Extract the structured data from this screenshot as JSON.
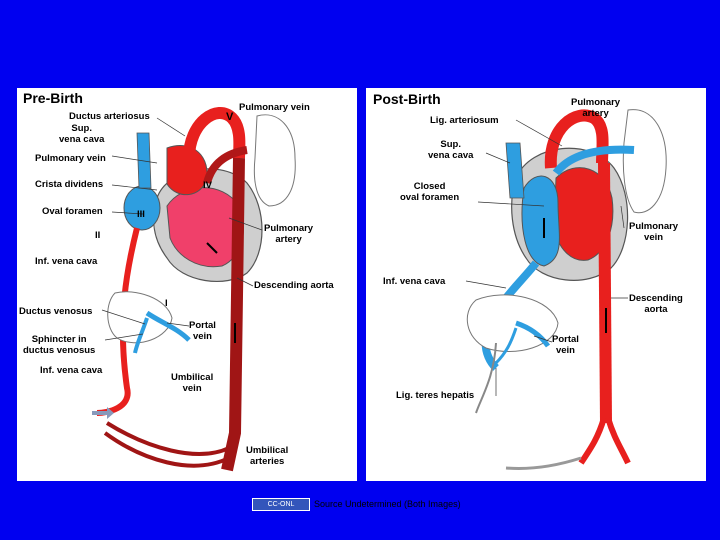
{
  "pre_birth": {
    "title": "Pre-Birth",
    "labels": {
      "pulmonary_vein_top": "Pulmonary vein",
      "ductus_arteriosus": "Ductus arteriosus",
      "sup_vena_cava": "Sup.\nvena cava",
      "roman_v": "V",
      "pulmonary_vein_left": "Pulmonary vein",
      "crista_dividens": "Crista dividens",
      "roman_iv": "IV",
      "oval_foramen": "Oval foramen",
      "roman_iii": "III",
      "roman_ii": "II",
      "pulmonary_artery": "Pulmonary\nartery",
      "inf_vena_cava_upper": "Inf. vena cava",
      "descending_aorta": "Descending aorta",
      "roman_i": "I",
      "ductus_venosus": "Ductus venosus",
      "portal_vein": "Portal\nvein",
      "sphincter": "Sphincter in\nductus venosus",
      "inf_vena_cava_lower": "Inf. vena cava",
      "umbilical_vein": "Umbilical\nvein",
      "umbilical_arteries": "Umbilical\narteries"
    }
  },
  "post_birth": {
    "title": "Post-Birth",
    "labels": {
      "pulmonary_artery_top": "Pulmonary\nartery",
      "lig_arteriosum": "Lig. arteriosum",
      "sup_vena_cava": "Sup.\nvena cava",
      "closed_oval_foramen": "Closed\noval foramen",
      "pulmonary_vein": "Pulmonary\nvein",
      "inf_vena_cava": "Inf. vena cava",
      "descending_aorta": "Descending\naorta",
      "portal_vein": "Portal\nvein",
      "lig_teres_hepatis": "Lig. teres hepatis"
    }
  },
  "footer": {
    "logo_text": "CC-ONL",
    "source": "Source Undetermined (Both Images)"
  },
  "colors": {
    "oxygenated": "#e8201e",
    "deoxygenated": "#2e9ee0",
    "mixed": "#a01515",
    "background": "#0000f0"
  }
}
